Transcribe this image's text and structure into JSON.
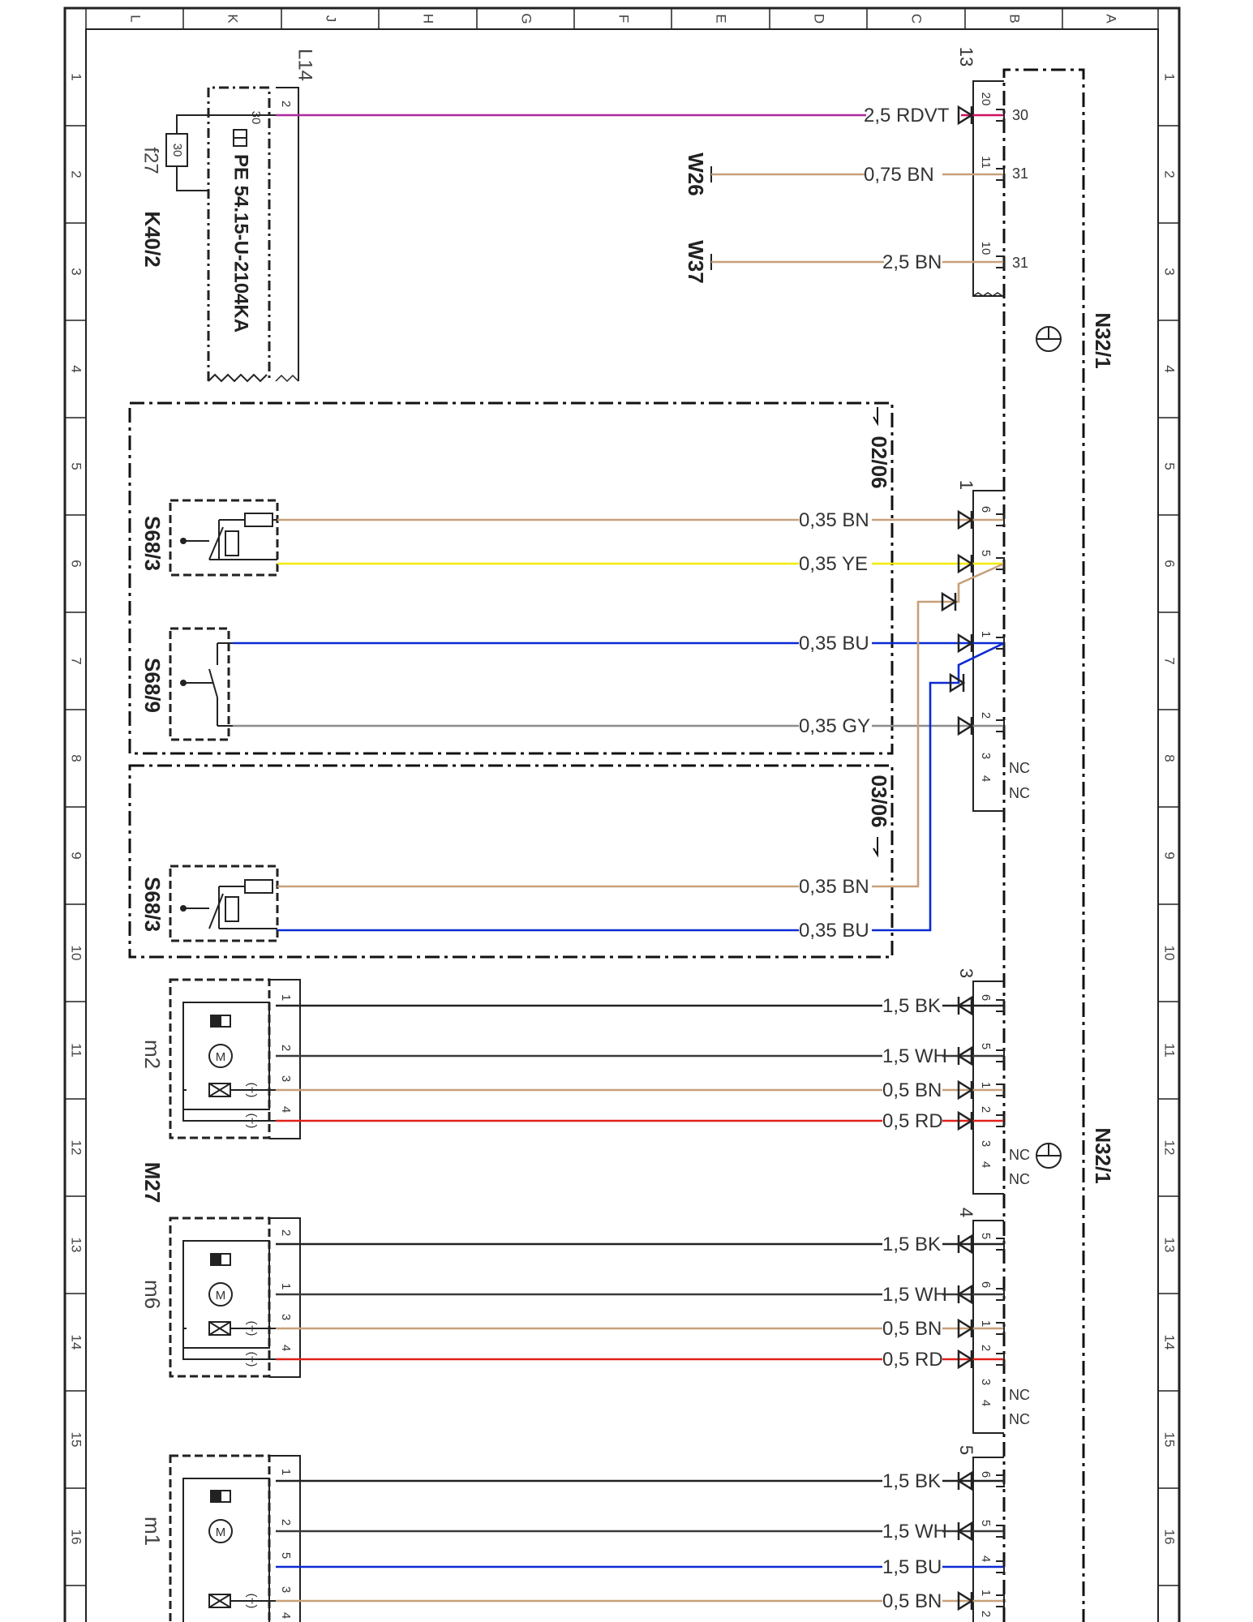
{
  "grid": {
    "columns": [
      "L",
      "K",
      "J",
      "H",
      "G",
      "F",
      "E",
      "D",
      "C",
      "B",
      "A"
    ],
    "rows": [
      "1",
      "2",
      "3",
      "4",
      "5",
      "6",
      "7",
      "8",
      "9",
      "10",
      "11",
      "12",
      "13",
      "14",
      "15",
      "16"
    ]
  },
  "colors": {
    "RDVT": "#d01060",
    "VT": "#8b3fd6",
    "BN": "#c8a07a",
    "YE": "#f2ea00",
    "BU": "#0a2ad6",
    "GY": "#8c8c8c",
    "BK": "#222222",
    "WH": "#3a3a3a",
    "RD": "#e0201a"
  },
  "components": {
    "k40": {
      "id": "K40/2",
      "fuse": "f27",
      "fuse_rating": "30",
      "relay_type": "PE 54.15-U-2104KA",
      "pin30": "30",
      "plug": "L14",
      "plug_pin": "2"
    },
    "w26": "W26",
    "w37": "W37",
    "n32_top": "N32/1",
    "n32_bottom": "N32/1",
    "m27": "M27",
    "s68_3a": "S68/3",
    "s68_9": "S68/9",
    "s68_3b": "S68/3",
    "m2": "m2",
    "m6": "m6",
    "m1": "m1",
    "version_until": "02/06",
    "version_from": "03/06",
    "nc": "NC",
    "minus_sign": "(−)",
    "plus_sign": "(+)"
  },
  "connectors": {
    "c13": {
      "label": "13",
      "pins": [
        "20",
        "11",
        "10"
      ],
      "terminals": [
        "30",
        "31",
        "31"
      ]
    },
    "c1": {
      "label": "1",
      "pins": [
        "6",
        "5",
        "1",
        "2",
        "3",
        "4"
      ]
    },
    "c3": {
      "label": "3",
      "pins": [
        "6",
        "5",
        "1",
        "2",
        "3",
        "4"
      ]
    },
    "c4": {
      "label": "4",
      "pins": [
        "5",
        "6",
        "1",
        "2",
        "3",
        "4"
      ]
    },
    "c5": {
      "label": "5",
      "pins": [
        "6",
        "5",
        "4",
        "1",
        "2"
      ]
    },
    "motor_pins": {
      "m2": [
        "1",
        "2",
        "3",
        "4"
      ],
      "m6": [
        "2",
        "1",
        "3",
        "4"
      ],
      "m1": [
        "1",
        "2",
        "5",
        "3",
        "4"
      ]
    }
  },
  "wires": [
    {
      "id": "w1",
      "label": "2,5 RDVT",
      "color": "RDVT"
    },
    {
      "id": "w2",
      "label": "0,75 BN",
      "color": "BN"
    },
    {
      "id": "w3",
      "label": "2,5 BN",
      "color": "BN"
    },
    {
      "id": "w4",
      "label": "0,35 BN",
      "color": "BN"
    },
    {
      "id": "w5",
      "label": "0,35 YE",
      "color": "YE"
    },
    {
      "id": "w6",
      "label": "0,35 BU",
      "color": "BU"
    },
    {
      "id": "w7",
      "label": "0,35 GY",
      "color": "GY"
    },
    {
      "id": "w8",
      "label": "0,35 BN",
      "color": "BN"
    },
    {
      "id": "w9",
      "label": "0,35 BU",
      "color": "BU"
    },
    {
      "id": "w10",
      "label": "1,5 BK",
      "color": "BK"
    },
    {
      "id": "w11",
      "label": "1,5 WH",
      "color": "WH"
    },
    {
      "id": "w12",
      "label": "0,5 BN",
      "color": "BN"
    },
    {
      "id": "w13",
      "label": "0,5 RD",
      "color": "RD"
    },
    {
      "id": "w14",
      "label": "1,5 BK",
      "color": "BK"
    },
    {
      "id": "w15",
      "label": "1,5 WH",
      "color": "WH"
    },
    {
      "id": "w16",
      "label": "0,5 BN",
      "color": "BN"
    },
    {
      "id": "w17",
      "label": "0,5 RD",
      "color": "RD"
    },
    {
      "id": "w18",
      "label": "1,5 BK",
      "color": "BK"
    },
    {
      "id": "w19",
      "label": "1,5 WH",
      "color": "WH"
    },
    {
      "id": "w20",
      "label": "1,5 BU",
      "color": "BU"
    },
    {
      "id": "w21",
      "label": "0,5 BN",
      "color": "BN"
    }
  ]
}
